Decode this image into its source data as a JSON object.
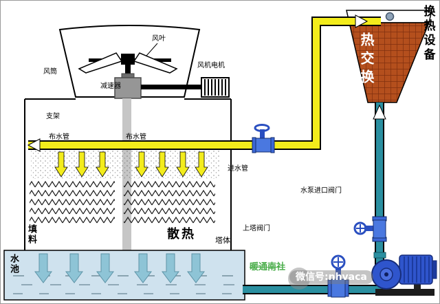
{
  "diagram": {
    "labels": {
      "heat_equipment": "换热设备",
      "heat_exchange": "热交换",
      "fan_blade": "风叶",
      "fan_duct": "风筒",
      "fan_motor": "风机电机",
      "reducer": "减速器",
      "support": "支架",
      "dist_pipe_left": "布水管",
      "dist_pipe_right": "布水管",
      "inlet_pipe": "进水管",
      "fill_material": "填料",
      "heat_dissipation": "散热",
      "tower_body": "塔体",
      "tower_valve": "上塔阀门",
      "pump_inlet_valve": "水泵进口阀门",
      "water_pool": "水池"
    },
    "watermarks": {
      "brand": "暖通南社",
      "wechat": "微信号:nhvaca"
    },
    "colors": {
      "hot_pipe_yellow": "#f3ec1c",
      "cold_pipe_teal": "#2a8fa0",
      "exchanger_orange": "#b44f1d",
      "pool_blue": "#cfe2ee",
      "pump_blue": "#2f55cc",
      "valve_blue": "#3b67d6"
    }
  }
}
